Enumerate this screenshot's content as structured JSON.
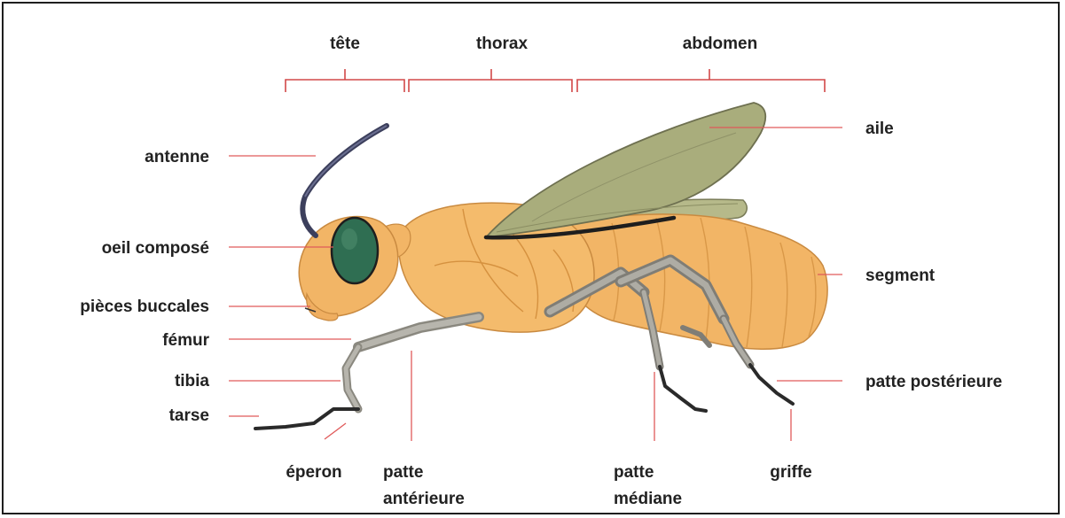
{
  "diagram": {
    "regions": {
      "head": "tête",
      "thorax": "thorax",
      "abdomen": "abdomen"
    },
    "labels": {
      "antenna": "antenne",
      "compound_eye": "oeil composé",
      "mouthparts": "pièces buccales",
      "femur": "fémur",
      "tibia": "tibia",
      "tarsus": "tarse",
      "spur": "éperon",
      "foreleg_line1": "patte",
      "foreleg_line2": "antérieure",
      "midleg_line1": "patte",
      "midleg_line2": "médiane",
      "claw": "griffe",
      "wing": "aile",
      "segment": "segment",
      "hindleg": "patte postérieure"
    },
    "colors": {
      "body": "#f2b566",
      "body_shade": "#d99848",
      "wing": "#a9ad7c",
      "eye": "#2f6e52",
      "antenna": "#3c3f5c",
      "leader": "#e05a5a",
      "bracket": "#d24848",
      "leg": "#9d9b93"
    }
  }
}
